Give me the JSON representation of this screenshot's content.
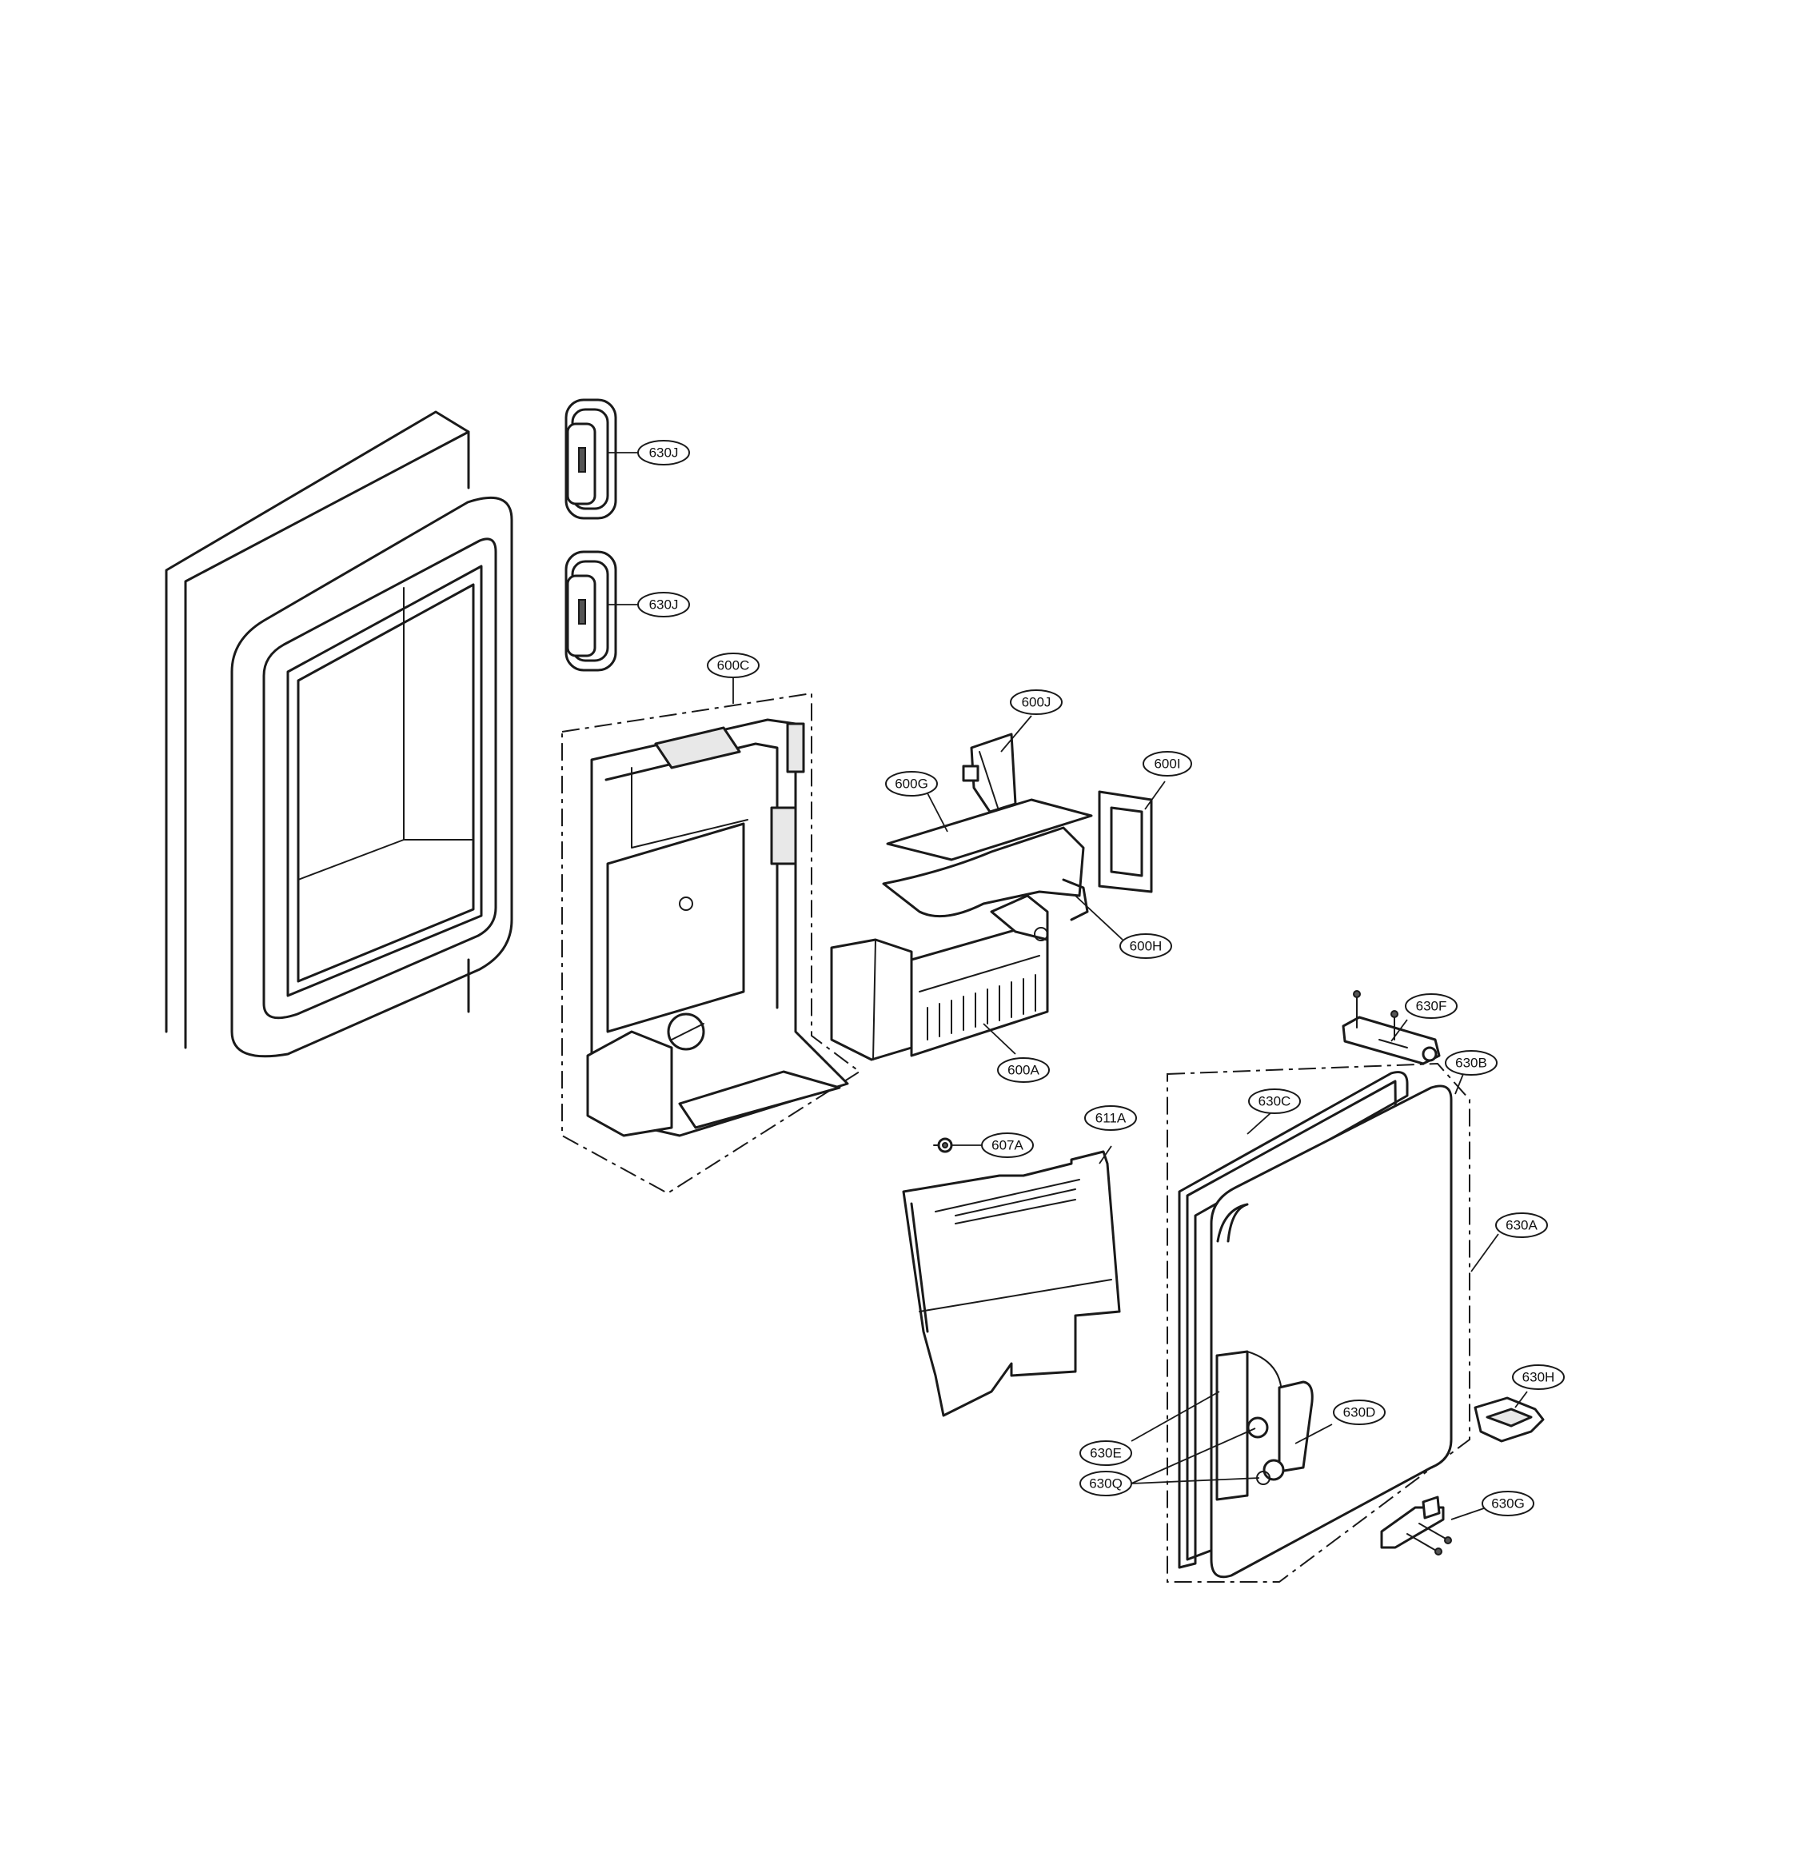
{
  "diagram": {
    "parts": [
      {
        "id": "p630J_a",
        "label": "630J"
      },
      {
        "id": "p630J_b",
        "label": "630J"
      },
      {
        "id": "p600C",
        "label": "600C"
      },
      {
        "id": "p600J",
        "label": "600J"
      },
      {
        "id": "p600I",
        "label": "600I"
      },
      {
        "id": "p600G",
        "label": "600G"
      },
      {
        "id": "p600H",
        "label": "600H"
      },
      {
        "id": "p600A",
        "label": "600A"
      },
      {
        "id": "p630F",
        "label": "630F"
      },
      {
        "id": "p630B",
        "label": "630B"
      },
      {
        "id": "p630C",
        "label": "630C"
      },
      {
        "id": "p611A",
        "label": "611A"
      },
      {
        "id": "p607A",
        "label": "607A"
      },
      {
        "id": "p630A",
        "label": "630A"
      },
      {
        "id": "p630H",
        "label": "630H"
      },
      {
        "id": "p630D",
        "label": "630D"
      },
      {
        "id": "p630E",
        "label": "630E"
      },
      {
        "id": "p630Q",
        "label": "630Q"
      },
      {
        "id": "p630G",
        "label": "630G"
      }
    ]
  },
  "colors": {
    "line": "#1a1a1a",
    "background": "#ffffff"
  }
}
